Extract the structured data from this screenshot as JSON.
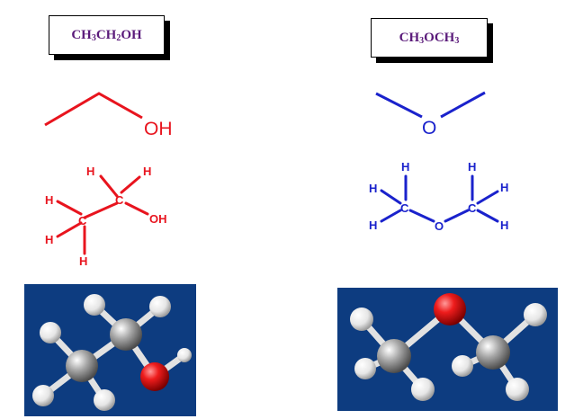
{
  "ethanol": {
    "formula": {
      "parts": [
        {
          "t": "CH",
          "sub": false
        },
        {
          "t": "3",
          "sub": true
        },
        {
          "t": "CH",
          "sub": false
        },
        {
          "t": "2",
          "sub": true
        },
        {
          "t": "OH",
          "sub": false
        }
      ]
    },
    "skeletal": {
      "oh_label": "OH"
    },
    "structural": {
      "labels": {
        "c1": "C",
        "c2": "C",
        "o": "OH",
        "h_top_left": "H",
        "h_top_right": "H",
        "h_mid_left": "H",
        "h_low_left": "H",
        "h_bottom": "H"
      }
    }
  },
  "dimethyl_ether": {
    "formula": {
      "parts": [
        {
          "t": "CH",
          "sub": false
        },
        {
          "t": "3",
          "sub": true
        },
        {
          "t": "OCH",
          "sub": false
        },
        {
          "t": "3",
          "sub": true
        }
      ]
    },
    "skeletal": {
      "o_label": "O"
    },
    "structural": {
      "labels": {
        "c1": "C",
        "c2": "C",
        "o": "O",
        "h_left_top": "H",
        "h_left_side": "H",
        "h_left_low": "H",
        "h_right_top": "H",
        "h_right_side": "H",
        "h_right_low": "H"
      }
    }
  },
  "colors": {
    "ethanol": "#e8141e",
    "ether": "#1a22cc",
    "formula_text": "#5a1a7a",
    "model_bg": "#0d3c80",
    "carbon": "#9a9a9a",
    "hydrogen": "#f4f4f4",
    "oxygen": "#e8141e"
  }
}
